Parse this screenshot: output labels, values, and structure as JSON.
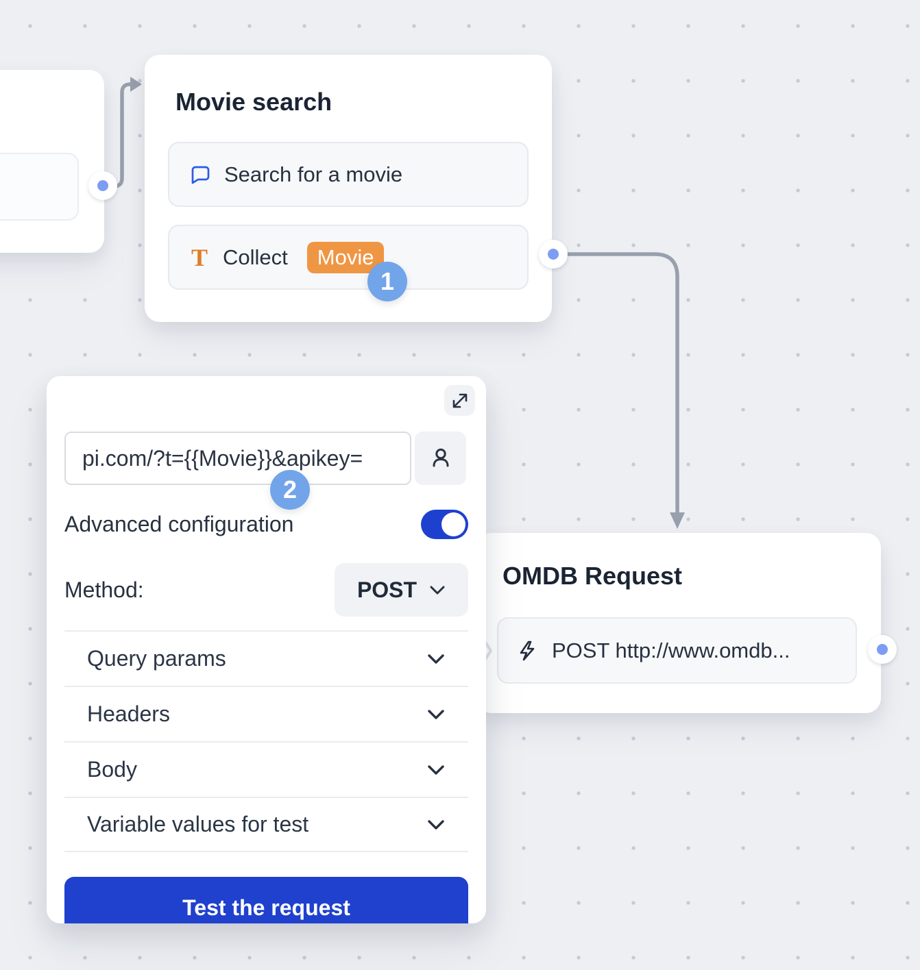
{
  "colors": {
    "canvas_bg": "#edeff3",
    "canvas_dot": "#c4cad6",
    "accent_blue": "#1f41cd",
    "step_badge_blue": "#72a4e9",
    "variable_orange": "#ef9644",
    "icon_orange": "#df7e26",
    "icon_blue": "#2b5ce5",
    "connector_gray": "#98a0ad",
    "port_ring_blue": "#7d9cf3",
    "title_text": "#1b2433",
    "body_text": "#27313f"
  },
  "movie_search_node": {
    "title": "Movie search",
    "question_item": {
      "label": "Search for a movie"
    },
    "collect_item": {
      "label": "Collect",
      "variable": "Movie"
    },
    "step_badge": "1"
  },
  "omdb_node": {
    "title": "OMDB Request",
    "request_item": {
      "label": "POST http://www.omdb..."
    }
  },
  "webhook_panel": {
    "url_value": "pi.com/?t={{Movie}}&apikey=",
    "step_badge": "2",
    "advanced_label": "Advanced configuration",
    "advanced_enabled": true,
    "method_label": "Method:",
    "method_value": "POST",
    "sections": [
      {
        "label": "Query params"
      },
      {
        "label": "Headers"
      },
      {
        "label": "Body"
      },
      {
        "label": "Variable values for test"
      }
    ],
    "test_button": "Test the request"
  }
}
